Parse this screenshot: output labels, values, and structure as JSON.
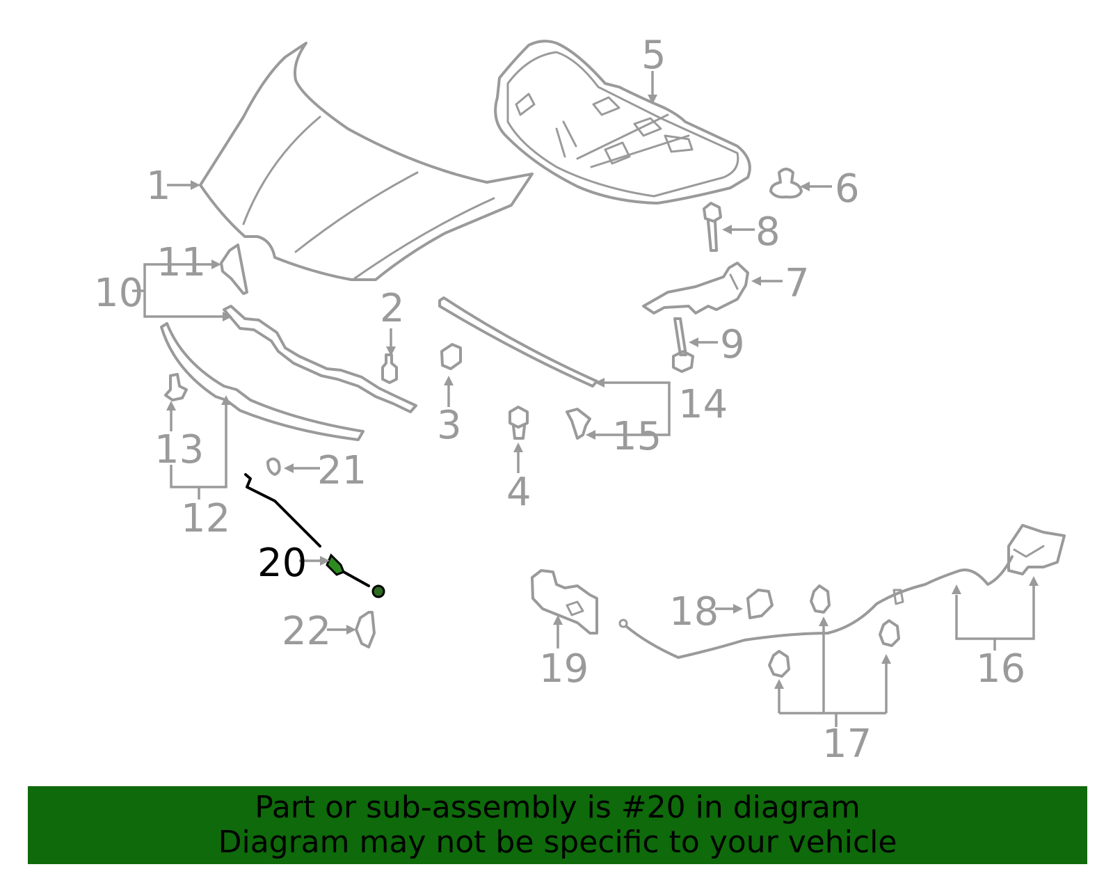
{
  "colors": {
    "part_line": "#9a9a9a",
    "highlight_part": "#000000",
    "highlight_fill": "#2e8b20",
    "banner_bg": "#0e6a0a"
  },
  "callouts": {
    "c1": "1",
    "c2": "2",
    "c3": "3",
    "c4": "4",
    "c5": "5",
    "c6": "6",
    "c7": "7",
    "c8": "8",
    "c9": "9",
    "c10": "10",
    "c11": "11",
    "c12": "12",
    "c13": "13",
    "c14": "14",
    "c15": "15",
    "c16": "16",
    "c17": "17",
    "c18": "18",
    "c19": "19",
    "c20": "20",
    "c21": "21",
    "c22": "22"
  },
  "highlighted_part": "20",
  "banner": {
    "line1": "Part or sub-assembly is #20 in diagram",
    "line2": "Diagram may not be specific to your vehicle"
  }
}
